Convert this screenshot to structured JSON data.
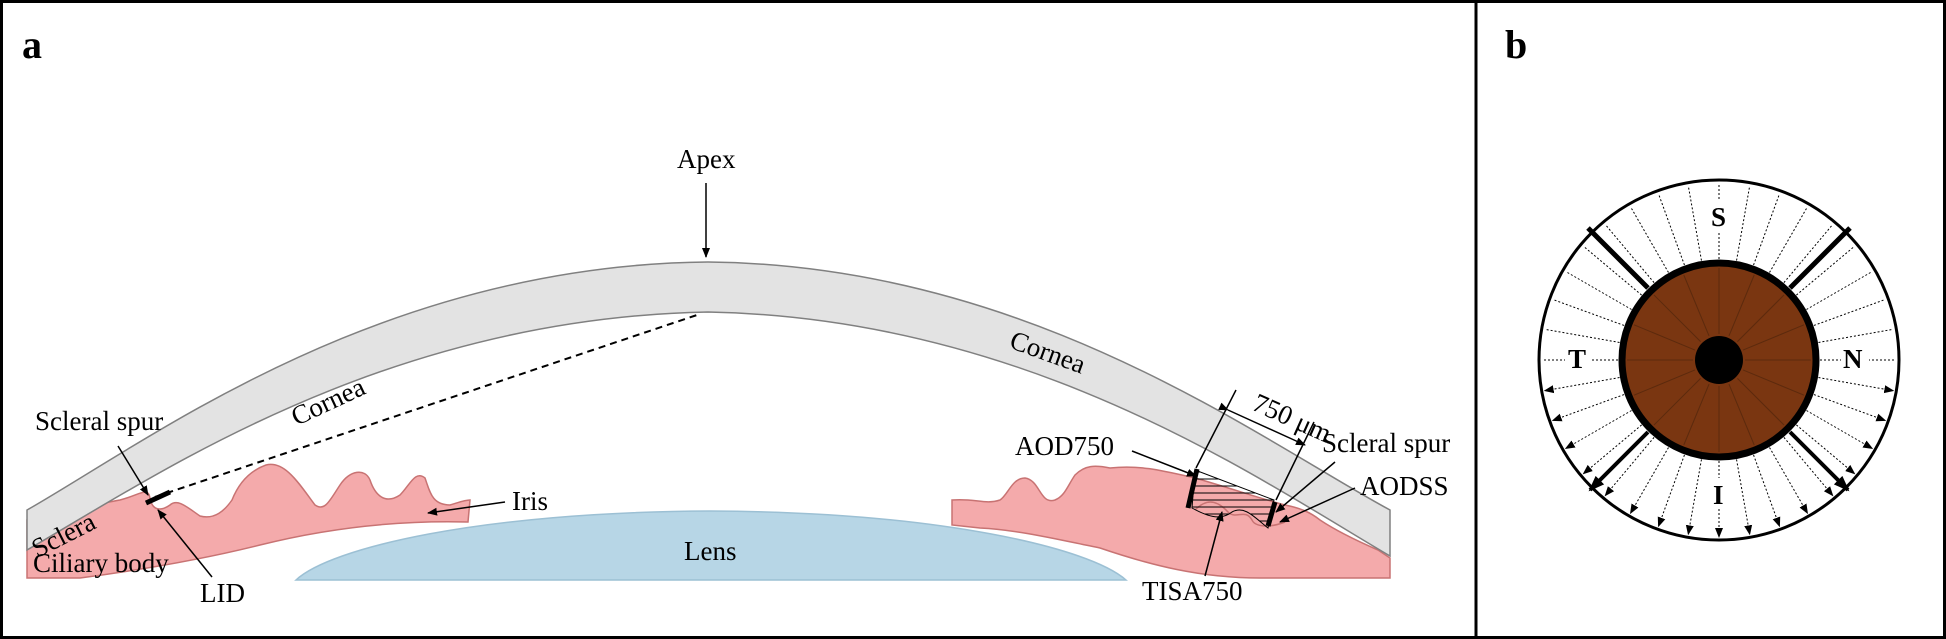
{
  "panel_a": {
    "letter": "a",
    "labels": {
      "apex": "Apex",
      "cornea_left": "Cornea",
      "cornea_right": "Cornea",
      "scleral_spur_left": "Scleral spur",
      "scleral_spur_right": "Scleral spur",
      "sclera": "Sclera",
      "ciliary_body": "Ciliary body",
      "lid": "LID",
      "iris": "Iris",
      "lens": "Lens",
      "aod750": "AOD750",
      "dimension": "750 μm",
      "aodss": "AODSS",
      "tisa750": "TISA750"
    }
  },
  "panel_b": {
    "letter": "b",
    "directions": {
      "superior": "S",
      "inferior": "I",
      "temporal": "T",
      "nasal": "N"
    }
  },
  "colors": {
    "cornea": "#e3e3e3",
    "iris": "#f4aaab",
    "lens": "#b7d6e6",
    "eye_iris": "#7a3611"
  }
}
